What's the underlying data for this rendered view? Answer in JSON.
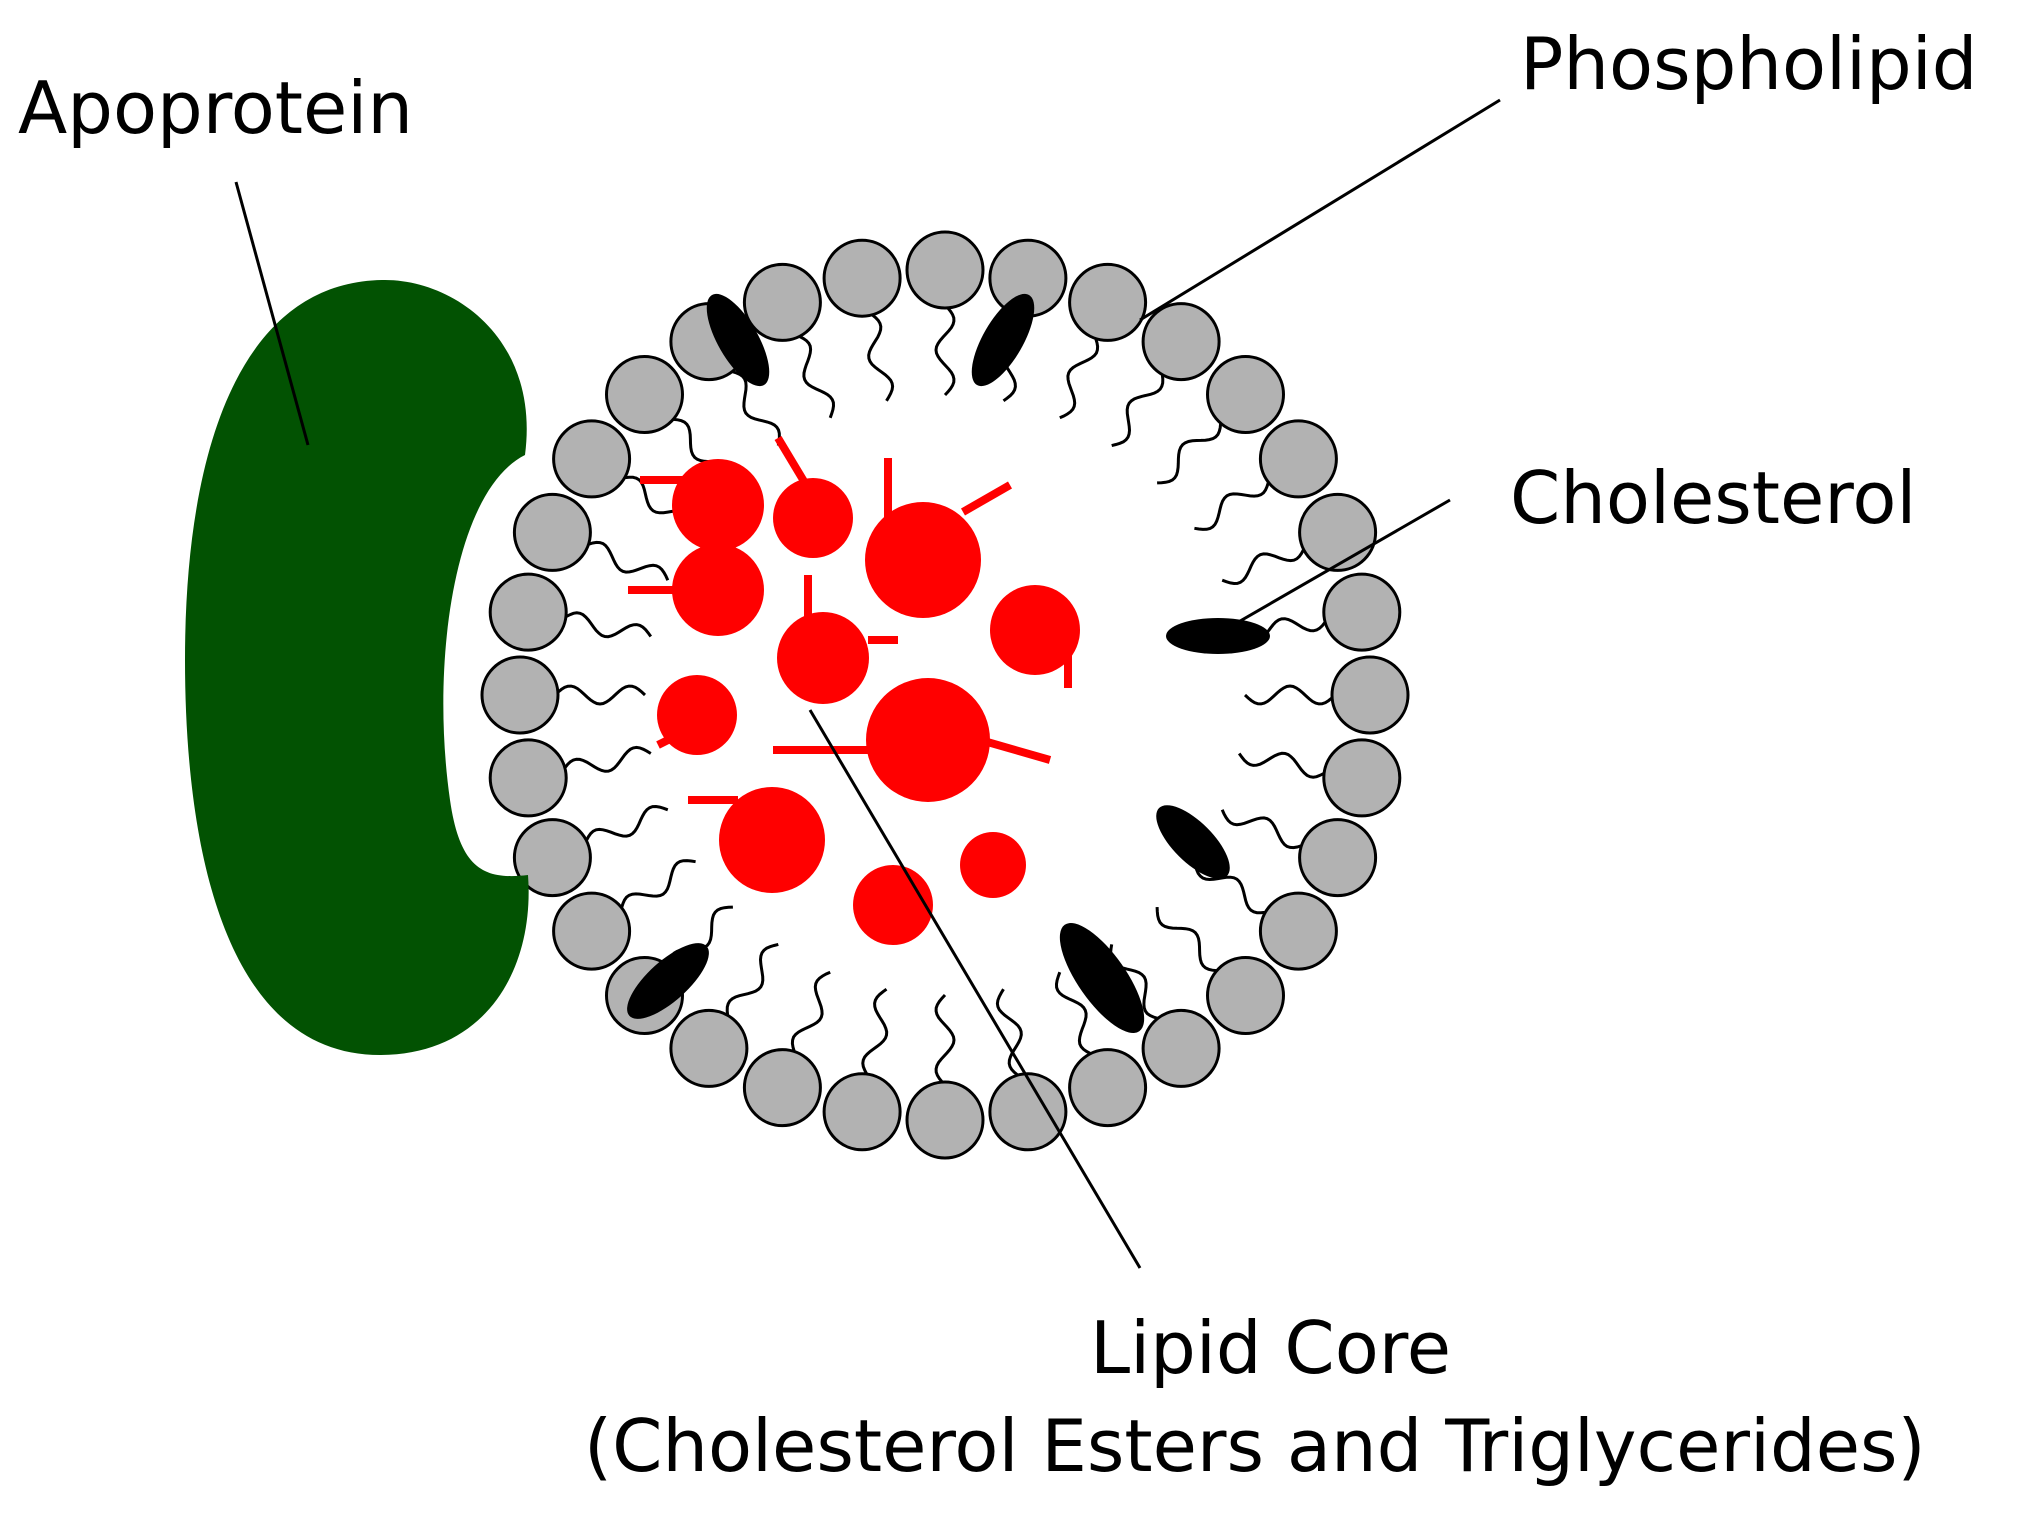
{
  "labels": {
    "apoprotein": "Apoprotein",
    "phospholipid": "Phospholipid",
    "cholesterol": "Cholesterol",
    "lipid_core": "Lipid Core",
    "lipid_core_detail": "(Cholesterol Esters and Triglycerides)"
  },
  "colors": {
    "apoprotein": "#025202",
    "phospholipid_head": "#b2b2b2",
    "cholesterol": "#000000",
    "lipid_core": "#ff0000",
    "line": "#000000"
  }
}
